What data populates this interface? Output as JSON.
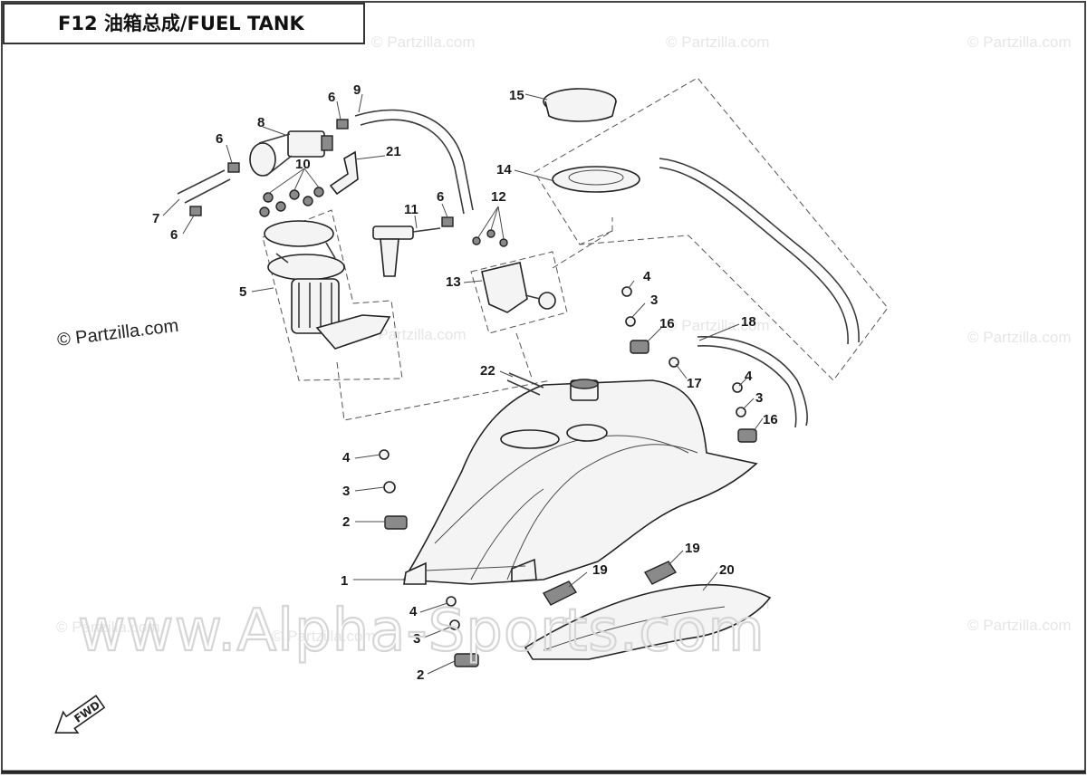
{
  "title": "F12 油箱总成/FUEL TANK",
  "credit": "© Partzilla.com",
  "watermark_small": "© Partzilla.com",
  "watermark_large": "www.Alpha-Sports.com",
  "direction_label": "FWD",
  "callouts": [
    "1",
    "2",
    "2",
    "3",
    "3",
    "3",
    "3",
    "4",
    "4",
    "4",
    "4",
    "5",
    "6",
    "6",
    "6",
    "6",
    "7",
    "8",
    "9",
    "10",
    "11",
    "12",
    "13",
    "14",
    "15",
    "16",
    "16",
    "17",
    "18",
    "19",
    "19",
    "20",
    "21",
    "22"
  ]
}
